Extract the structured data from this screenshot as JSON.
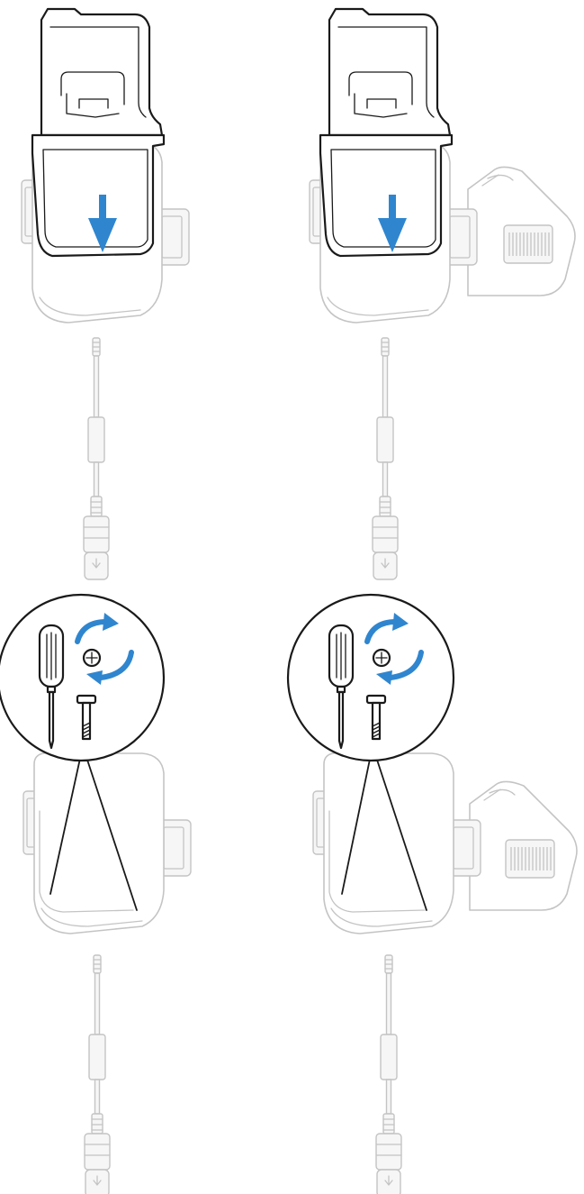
{
  "colors": {
    "accent_arrow": "#2f86cf",
    "outline": "#1a1a1a",
    "muted_outline": "#c4c4c4",
    "background": "#ffffff"
  },
  "panels": [
    {
      "id": "top-left",
      "content": "cradle-insert-down",
      "strap": false,
      "icon": "down-arrow-icon"
    },
    {
      "id": "top-right",
      "content": "cradle-insert-down",
      "strap": true,
      "icon": "down-arrow-icon"
    },
    {
      "id": "bottom-left",
      "content": "cradle-screw-callout",
      "strap": false,
      "icon": "rotate-arrows-icon"
    },
    {
      "id": "bottom-right",
      "content": "cradle-screw-callout",
      "strap": true,
      "icon": "rotate-arrows-icon"
    }
  ]
}
